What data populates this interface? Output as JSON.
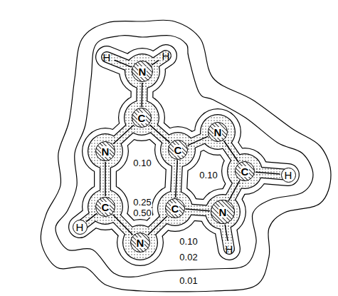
{
  "diagram": {
    "nodes": [
      {
        "text": [
          "H"
        ]
      },
      {
        "text": [
          "N"
        ]
      },
      {
        "text": [
          "H"
        ]
      },
      {
        "text": [
          "C"
        ]
      },
      {
        "text": [
          "N"
        ]
      },
      {
        "text": [
          "C"
        ]
      },
      {
        "text": [
          "N"
        ]
      },
      {
        "text": [
          "C"
        ]
      },
      {
        "text": [
          "H"
        ]
      },
      {
        "text": [
          "C"
        ]
      },
      {
        "text": [
          "N"
        ]
      },
      {
        "text": [
          "C"
        ]
      },
      {
        "text": [
          "H"
        ]
      },
      {
        "text": [
          "N"
        ]
      },
      {
        "text": [
          "H"
        ]
      }
    ],
    "edges": [
      {
        "from": 0,
        "to": 1,
        "arrow": "none"
      },
      {
        "from": 1,
        "to": 2,
        "arrow": "none"
      },
      {
        "from": 1,
        "to": 3,
        "arrow": "none"
      },
      {
        "from": 3,
        "to": 4,
        "arrow": "none"
      },
      {
        "from": 3,
        "to": 5,
        "arrow": "none"
      },
      {
        "from": 5,
        "to": 6,
        "arrow": "none"
      },
      {
        "from": 6,
        "to": 7,
        "arrow": "none"
      },
      {
        "from": 7,
        "to": 8,
        "arrow": "none"
      },
      {
        "from": 7,
        "to": 10,
        "arrow": "none"
      },
      {
        "from": 10,
        "to": 9,
        "arrow": "none"
      },
      {
        "from": 9,
        "to": 5,
        "arrow": "none"
      },
      {
        "from": 4,
        "to": 11,
        "arrow": "none"
      },
      {
        "from": 11,
        "to": 12,
        "arrow": "none"
      },
      {
        "from": 11,
        "to": 13,
        "arrow": "none"
      },
      {
        "from": 13,
        "to": 9,
        "arrow": "none"
      },
      {
        "from": 10,
        "to": 14,
        "arrow": "none"
      }
    ],
    "labels": [
      "0.10",
      "0.10",
      "0.25",
      "0.50",
      "0.10",
      "0.02",
      "0.01"
    ]
  }
}
